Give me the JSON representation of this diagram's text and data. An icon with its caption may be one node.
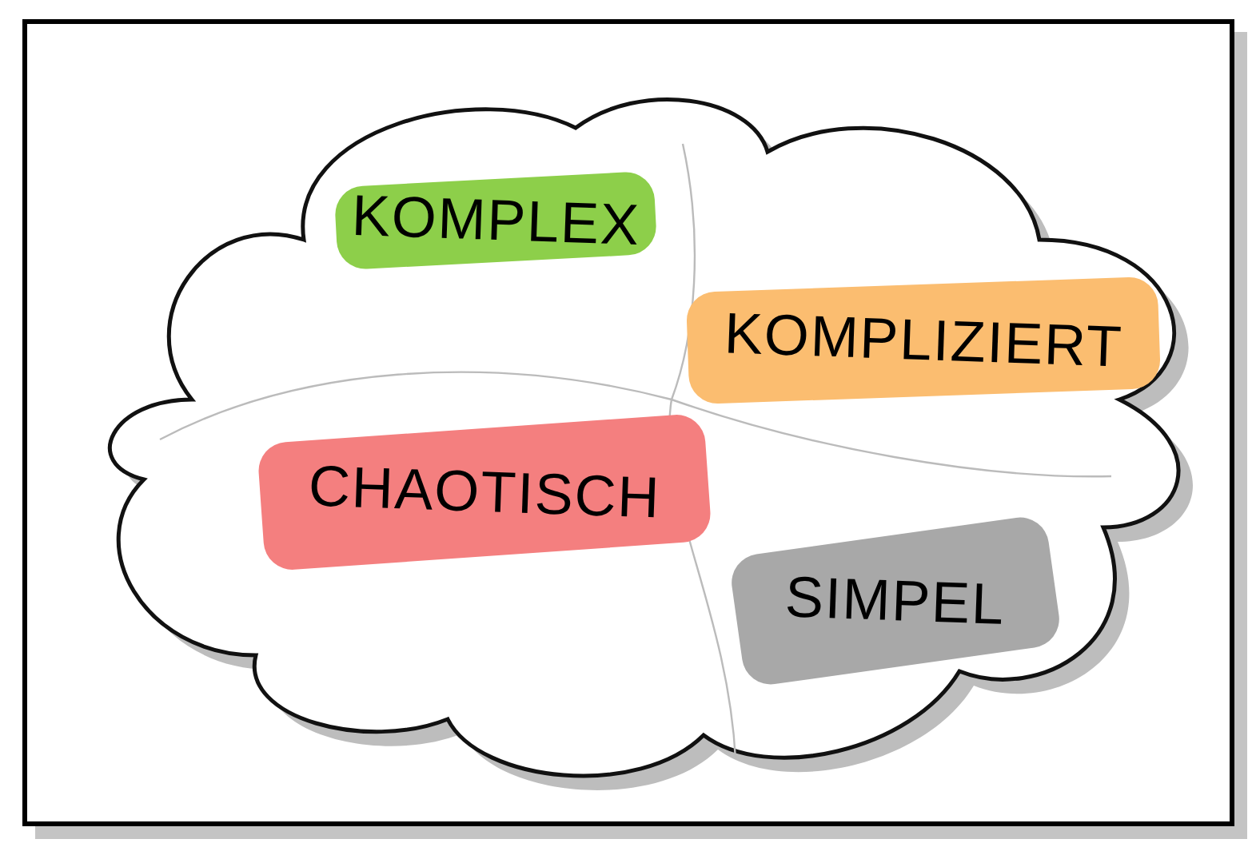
{
  "diagram": {
    "nodes": [
      {
        "text": [],
        "shape": "cloud"
      },
      {
        "text": [
          "KOMPLEX"
        ],
        "in": 0
      },
      {
        "text": [
          "KOMPLIZIERT"
        ],
        "in": 0
      },
      {
        "text": [
          "CHAOTISCH"
        ],
        "in": 0
      },
      {
        "text": [
          "SIMPEL"
        ],
        "in": 0
      }
    ]
  }
}
